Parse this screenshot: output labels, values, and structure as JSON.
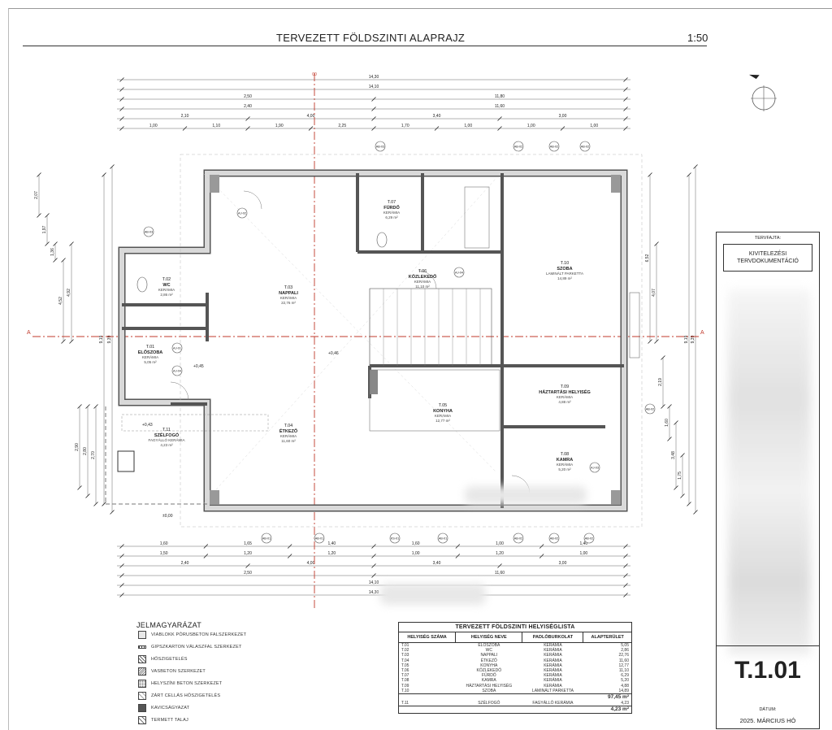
{
  "drawing": {
    "title": "TERVEZETT FÖLDSZINTI ALAPRAJZ",
    "scale": "1:50",
    "north_label": "É",
    "section_mark": "A",
    "grid_mark": "00",
    "levels": [
      "+0,46",
      "+0,45",
      "+0,43",
      "±0,00"
    ]
  },
  "dimensions": {
    "top": [
      [
        "14,30"
      ],
      [
        "14,10"
      ],
      [
        "2,50",
        "11,80"
      ],
      [
        "2,40",
        "11,60"
      ],
      [
        "2,10",
        "4,00",
        "3,40",
        "3,00"
      ],
      [
        "1,00",
        "1,10",
        "1,90",
        "2,25",
        "1,70",
        "1,00",
        "1,00",
        "1,00"
      ]
    ],
    "bottom": [
      [
        "1,60",
        "1,65",
        "1,40",
        "1,60",
        "1,00",
        "1,40"
      ],
      [
        "1,50",
        "1,20",
        "1,20",
        "1,00",
        "1,20",
        "1,00"
      ],
      [
        "2,40",
        "4,00",
        "3,40",
        "3,00"
      ],
      [
        "2,50",
        "11,60"
      ],
      [
        "14,10"
      ],
      [
        "14,30"
      ]
    ],
    "left": [
      "2,07",
      "1,97",
      "1,36",
      "4,52",
      "4,92",
      "2,90",
      "2,80",
      "2,70",
      "9,19",
      "9,39"
    ],
    "right": [
      "6,52",
      "4,07",
      "2,19",
      "1,60",
      "3,48",
      "1,75",
      "9,19",
      "9,39"
    ]
  },
  "rooms": [
    {
      "id": "T.01",
      "name": "ELŐSZOBA",
      "floor": "KERÁMIA",
      "area": "5,05 m²"
    },
    {
      "id": "T.02",
      "name": "WC",
      "floor": "KERÁMIA",
      "area": "2,86 m²"
    },
    {
      "id": "T.03",
      "name": "NAPPALI",
      "floor": "KERÁMIA",
      "area": "22,76 m²"
    },
    {
      "id": "T.04",
      "name": "ÉTKEZŐ",
      "floor": "KERÁMIA",
      "area": "11,60 m²"
    },
    {
      "id": "T.05",
      "name": "KONYHA",
      "floor": "KERÁMIA",
      "area": "12,77 m²"
    },
    {
      "id": "T.06",
      "name": "KÖZLEKEDŐ",
      "floor": "KERÁMIA",
      "area": "11,10 m²"
    },
    {
      "id": "T.07",
      "name": "FÜRDŐ",
      "floor": "KERÁMIA",
      "area": "6,29 m²"
    },
    {
      "id": "T.08",
      "name": "KAMRA",
      "floor": "KERÁMIA",
      "area": "5,20 m²"
    },
    {
      "id": "T.09",
      "name": "HÁZTARTÁSI HELYISÉG",
      "floor": "KERÁMIA",
      "area": "4,88 m²"
    },
    {
      "id": "T.10",
      "name": "SZOBA",
      "floor": "LAMINÁLT PARKETTA",
      "area": "14,89 m²"
    },
    {
      "id": "T.11",
      "name": "SZÉLFOGÓ",
      "floor": "FAGYÁLLÓ KERÁMIA",
      "area": "4,23 m²"
    }
  ],
  "tags": {
    "ab": [
      "AB-01",
      "AB-02",
      "AB-03"
    ],
    "aj": [
      "AJ-01",
      "AJ-02",
      "AJ-03",
      "AJ-04"
    ],
    "ks": [
      "KS-01"
    ]
  },
  "legend": {
    "title": "JELMAGYARÁZAT",
    "items": [
      "VIABLOKK PÓRUSBETON FALSZERKEZET",
      "GIPSZKARTON VÁLASZFAL SZERKEZET",
      "HŐSZIGETELÉS",
      "VASBETON SZERKEZET",
      "HELYSZÍNI BETON SZERKEZET",
      "ZÁRT CELLÁS HŐSZIGETELÉS",
      "KAVICSÁGYAZAT",
      "TERMETT TALAJ"
    ]
  },
  "schedule": {
    "title": "TERVEZETT FÖLDSZINTI HELYISÉGLISTA",
    "headers": [
      "HELYISÉG SZÁMA",
      "HELYISÉG NEVE",
      "PADLÓBURKOLAT",
      "ALAPTERÜLET"
    ],
    "rows": [
      [
        "T.01",
        "ELŐSZOBA",
        "KERÁMIA",
        "5,05"
      ],
      [
        "T.02",
        "WC",
        "KERÁMIA",
        "2,86"
      ],
      [
        "T.03",
        "NAPPALI",
        "KERÁMIA",
        "22,76"
      ],
      [
        "T.04",
        "ÉTKEZŐ",
        "KERÁMIA",
        "11,60"
      ],
      [
        "T.05",
        "KONYHA",
        "KERÁMIA",
        "12,77"
      ],
      [
        "T.06",
        "KÖZLEKEDŐ",
        "KERÁMIA",
        "11,10"
      ],
      [
        "T.07",
        "FÜRDŐ",
        "KERÁMIA",
        "6,29"
      ],
      [
        "T.08",
        "KAMRA",
        "KERÁMIA",
        "5,20"
      ],
      [
        "T.09",
        "HÁZTARTÁSI HELYISÉG",
        "KERÁMIA",
        "4,88"
      ],
      [
        "T.10",
        "SZOBA",
        "LAMINÁLT PARKETTA",
        "14,89"
      ]
    ],
    "subtotal": "97,45 m²",
    "extra_row": [
      "T.11",
      "SZÉLFOGÓ",
      "FAGYÁLLÓ KERÁMIA",
      "4,23"
    ],
    "extra_total": "4,23 m²"
  },
  "titleblock": {
    "type_label": "TERVFAJTA:",
    "type_line1": "KIVITELEZÉSI",
    "type_line2": "TERVDOKUMENTÁCIÓ",
    "sheet": "T.1.01",
    "date_label": "DÁTUM:",
    "date": "2025. MÁRCIUS HÓ"
  },
  "colors": {
    "wall": "#555555",
    "wall_fill": "#d9d9d9",
    "section_line": "#c0392b",
    "dim_line": "#666666",
    "ink": "#222222"
  }
}
